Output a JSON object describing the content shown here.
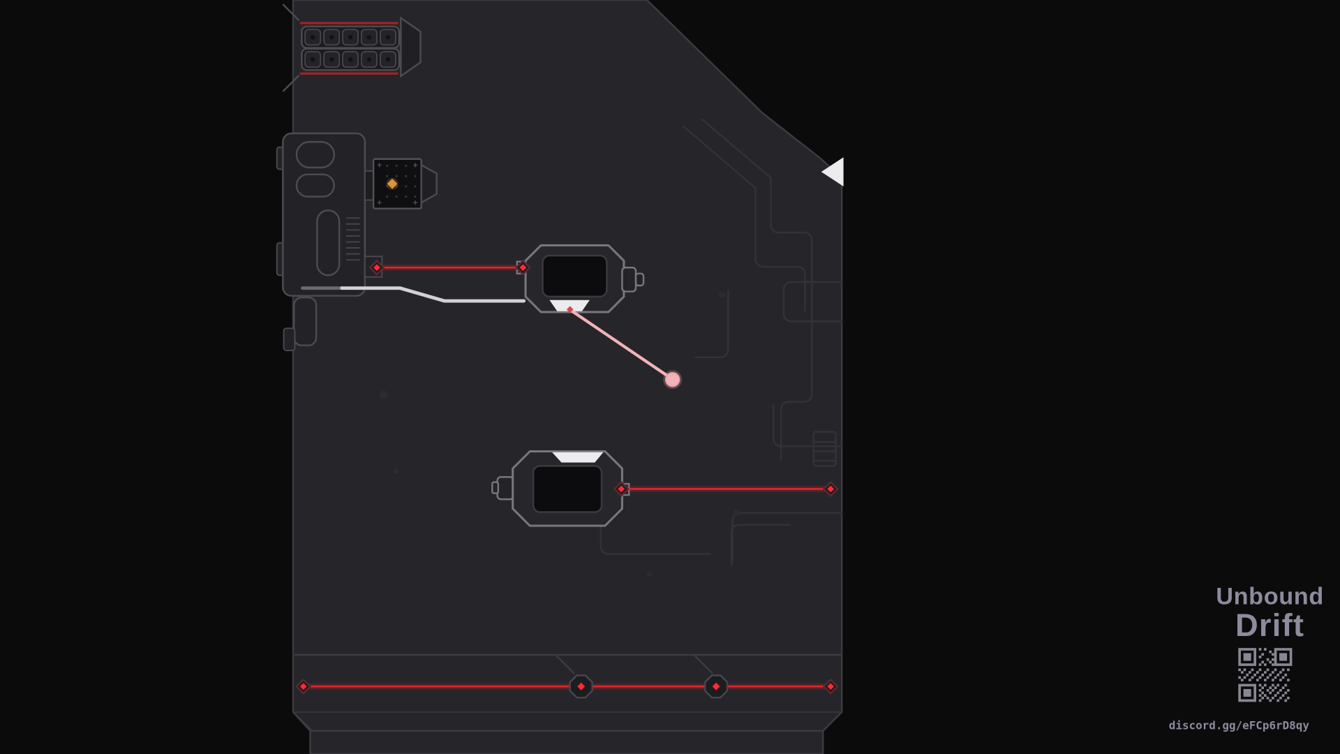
{
  "game": {
    "name": "Unbound Drift",
    "scene": "level-view"
  },
  "branding": {
    "title_line1": "Unbound",
    "title_line2": "Drift",
    "discord_url": "discord.gg/eFCp6rD8qy"
  },
  "objects": {
    "pods": [
      "escape-pod-top",
      "escape-pod-bottom"
    ],
    "machines": [
      "gate-cell-block",
      "engine-assembly"
    ],
    "lasers": [
      "laser-engine-to-pod",
      "laser-pod-to-wall",
      "laser-floor"
    ],
    "player": "aim-orb",
    "core_marker": "orange-core-diamond"
  },
  "colors": {
    "bg": "#0b0b0c",
    "terrain": "#26262a",
    "terrain-edge": "#3b3b41",
    "outline": "#4b4b51",
    "outline-bright": "#77777e",
    "pipe-faint": "#323238",
    "laser-red": "#e8242c",
    "node-red": "#ff2a33",
    "aim-pink": "#f2b3b7",
    "core-orange": "#d9943f",
    "white-hl": "#ececef",
    "brand-gray": "#8f8a9c",
    "inner-black": "#0c0c0e",
    "qr-gray": "#8a8695"
  }
}
